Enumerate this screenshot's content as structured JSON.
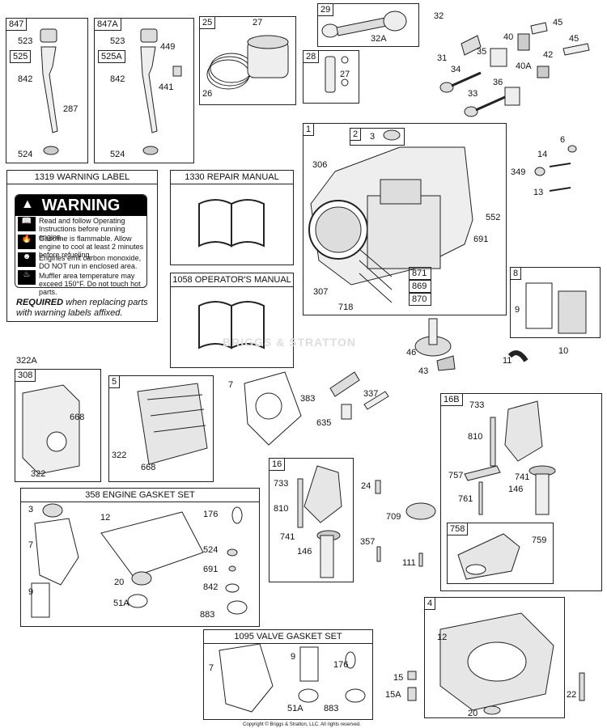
{
  "boxes": {
    "b847": {
      "tag": "847"
    },
    "b847a": {
      "tag": "847A"
    },
    "b25": {
      "tag": "25"
    },
    "b29": {
      "tag": "29"
    },
    "b28": {
      "tag": "28"
    },
    "b1": {
      "tag": "1"
    },
    "b2": {
      "tag": "2"
    },
    "b8": {
      "tag": "8"
    },
    "b308": {
      "tag": "308"
    },
    "b5": {
      "tag": "5"
    },
    "b16": {
      "tag": "16"
    },
    "b16b": {
      "tag": "16B"
    },
    "b758": {
      "tag": "758"
    },
    "b4": {
      "tag": "4"
    },
    "b525": {
      "tag": "525"
    },
    "b525a": {
      "tag": "525A"
    }
  },
  "panels": {
    "warning_label": {
      "title": "1319 WARNING LABEL"
    },
    "repair_manual": {
      "title": "1330 REPAIR MANUAL"
    },
    "operators_manual": {
      "title": "1058 OPERATOR'S MANUAL"
    },
    "engine_gasket_set": {
      "title": "358 ENGINE GASKET SET"
    },
    "valve_gasket_set": {
      "title": "1095 VALVE GASKET SET"
    }
  },
  "warning": {
    "header": "WARNING",
    "lines": [
      "Read and follow Operating Instructions before running engine.",
      "Gasoline is flammable. Allow engine to cool at least 2 minutes before refueling.",
      "Engines emit carbon monoxide, DO NOT run in enclosed area.",
      "Muffler area temperature may exceed 150°F. Do not touch hot parts."
    ],
    "required_bold": "REQUIRED",
    "required_rest": " when replacing parts with warning labels affixed."
  },
  "labels": {
    "l523a": "523",
    "l842a": "842",
    "l287": "287",
    "l524a": "524",
    "l523b": "523",
    "l449": "449",
    "l842b": "842",
    "l441": "441",
    "l524b": "524",
    "l27a": "27",
    "l26": "26",
    "l32a": "32A",
    "l27b": "27",
    "l32": "32",
    "l45a": "45",
    "l40": "40",
    "l45b": "45",
    "l31": "31",
    "l35": "35",
    "l42": "42",
    "l34": "34",
    "l40a": "40A",
    "l36": "36",
    "l33": "33",
    "l3a": "3",
    "l306": "306",
    "l552": "552",
    "l691a": "691",
    "l871": "871",
    "l869": "869",
    "l870": "870",
    "l307": "307",
    "l718": "718",
    "l6": "6",
    "l14": "14",
    "l349": "349",
    "l13": "13",
    "l9a": "9",
    "l10": "10",
    "l46": "46",
    "l43": "43",
    "l11": "11",
    "l322a": "322A",
    "l668a": "668",
    "l322b": "322",
    "l322c": "322",
    "l668b": "668",
    "l7a": "7",
    "l383": "383",
    "l337": "337",
    "l635": "635",
    "l733a": "733",
    "l810a": "810",
    "l741a": "741",
    "l146a": "146",
    "l24": "24",
    "l709": "709",
    "l357": "357",
    "l111": "111",
    "l733b": "733",
    "l810b": "810",
    "l757": "757",
    "l741b": "741",
    "l146b": "146",
    "l761": "761",
    "l759": "759",
    "l3b": "3",
    "l12a": "12",
    "l176a": "176",
    "l7b": "7",
    "l524c": "524",
    "l691b": "691",
    "l20a": "20",
    "l842c": "842",
    "l9b": "9",
    "l51a": "51A",
    "l883a": "883",
    "l7c": "7",
    "l9c": "9",
    "l176b": "176",
    "l51b": "51A",
    "l883b": "883",
    "l12b": "12",
    "l15": "15",
    "l15a": "15A",
    "l22": "22",
    "l20b": "20"
  },
  "watermark": "BRIGGS & STRATTON",
  "copyright": "Copyright © Briggs & Stratton, LLC. All rights reserved."
}
